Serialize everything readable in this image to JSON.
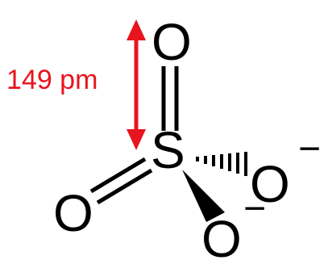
{
  "molecule": {
    "atoms": {
      "sulfur": "S",
      "oxygen_top": "O",
      "oxygen_left": "O",
      "oxygen_right": "O",
      "oxygen_bottom": "O"
    },
    "charges": {
      "oxygen_right": "−",
      "oxygen_bottom": "−"
    }
  },
  "measurement": {
    "label": "149 pm",
    "color": "#e8141e"
  },
  "colors": {
    "bond": "#000000",
    "atom_text": "#000000"
  }
}
